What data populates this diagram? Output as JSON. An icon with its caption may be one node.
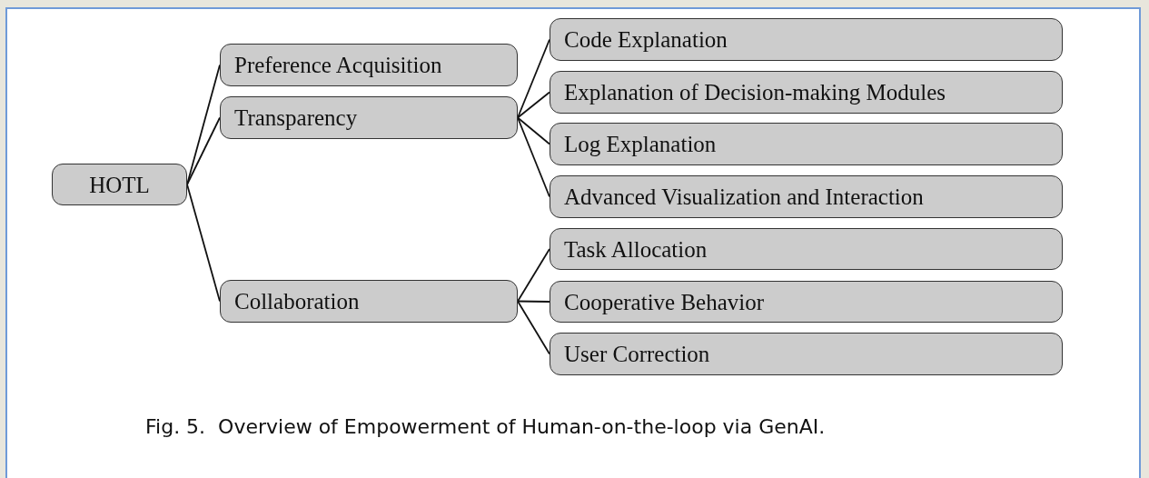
{
  "diagram": {
    "caption": "Fig. 5.  Overview of Empowerment of Human-on-the-loop via GenAI.",
    "nodes": [
      {
        "text": [
          "HOTL"
        ]
      },
      {
        "text": [
          "Preference Acquisition"
        ]
      },
      {
        "text": [
          "Transparency"
        ]
      },
      {
        "text": [
          "Collaboration"
        ]
      },
      {
        "text": [
          "Code Explanation"
        ]
      },
      {
        "text": [
          "Explanation of Decision-making Modules"
        ]
      },
      {
        "text": [
          "Log Explanation"
        ]
      },
      {
        "text": [
          "Advanced Visualization and Interaction"
        ]
      },
      {
        "text": [
          "Task Allocation"
        ]
      },
      {
        "text": [
          "Cooperative Behavior"
        ]
      },
      {
        "text": [
          "User Correction"
        ]
      }
    ],
    "edges": [
      {
        "from": 0,
        "to": 1,
        "arrow": "none"
      },
      {
        "from": 0,
        "to": 2,
        "arrow": "none"
      },
      {
        "from": 0,
        "to": 3,
        "arrow": "none"
      },
      {
        "from": 2,
        "to": 4,
        "arrow": "none"
      },
      {
        "from": 2,
        "to": 5,
        "arrow": "none"
      },
      {
        "from": 2,
        "to": 6,
        "arrow": "none"
      },
      {
        "from": 2,
        "to": 7,
        "arrow": "none"
      },
      {
        "from": 3,
        "to": 8,
        "arrow": "none"
      },
      {
        "from": 3,
        "to": 9,
        "arrow": "none"
      },
      {
        "from": 3,
        "to": 10,
        "arrow": "none"
      }
    ]
  }
}
